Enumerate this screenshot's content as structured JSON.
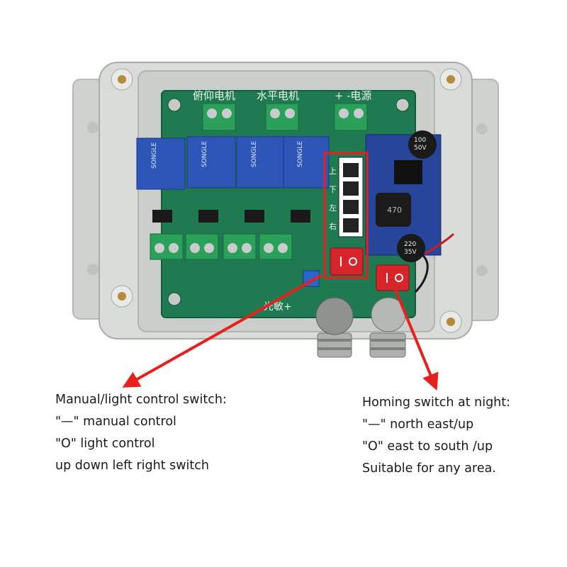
{
  "pcb_labels": {
    "pitch_motor": "俯仰电机",
    "horizontal_motor": "水平电机",
    "power": "+ -电源",
    "button_up": "上",
    "button_down": "下",
    "button_left": "左",
    "button_right": "右",
    "light_sensor": "光敏+"
  },
  "relay_text": "SONGLE",
  "capacitor_top": [
    "100",
    "50V"
  ],
  "capacitor_bottom": [
    "220",
    "35V"
  ],
  "inductor_value": "470",
  "captions": {
    "manual_switch": {
      "title": "Manual/light control switch:",
      "line1": "\"—\" manual control",
      "line2": "\"O\" light control",
      "line3": "up down left right switch"
    },
    "homing_switch": {
      "title": "Homing switch at night:",
      "line1": "\"—\" north east/up",
      "line2": "\"O\" east to south /up",
      "line3": "Suitable for any area."
    }
  },
  "colors": {
    "enclosure": "#d9dcd8",
    "pcb": "#1f7a52",
    "relay": "#2d56b8",
    "terminal": "#2aa05a",
    "switch": "#d8242a",
    "arrow": "#e8201d"
  }
}
